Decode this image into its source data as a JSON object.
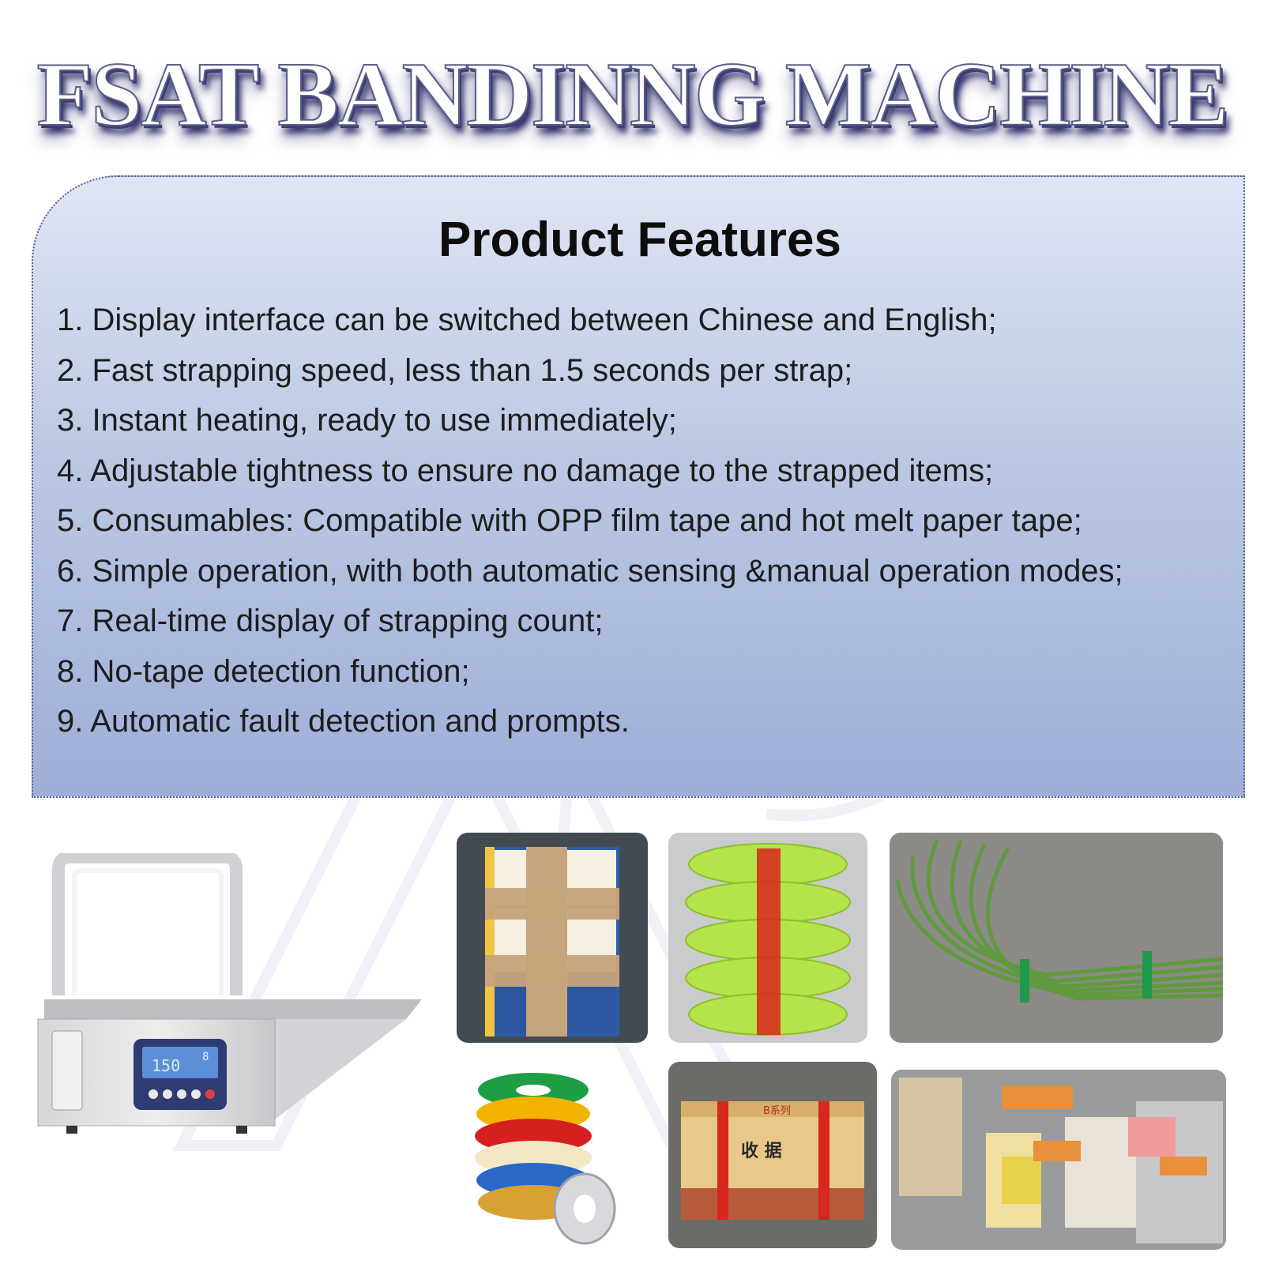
{
  "headline": "FSAT BANDINNG MACHINE",
  "features": {
    "title": "Product Features",
    "items": [
      "1. Display interface can be switched between Chinese and English;",
      "2. Fast strapping speed, less than 1.5 seconds per strap;",
      "3. Instant heating, ready to use immediately;",
      "4. Adjustable tightness to ensure no damage to the strapped items;",
      "5. Consumables: Compatible with OPP film tape and hot melt paper tape;",
      "6. Simple operation, with both automatic sensing &manual operation modes;",
      "7. Real-time display of strapping count;",
      "8. No-tape detection function;",
      "9. Automatic fault detection and prompts."
    ]
  },
  "images": {
    "machine_display": "150",
    "machine_display_small": "8",
    "receipt_series": "B系列",
    "receipt_title": "收 据"
  },
  "colors": {
    "headline_shadow": "#2c2f6a",
    "panel_top": "#dfe5f3",
    "panel_bottom": "#9eaed8",
    "strap_red": "#d8271c",
    "strap_green": "#1f9a4a"
  }
}
